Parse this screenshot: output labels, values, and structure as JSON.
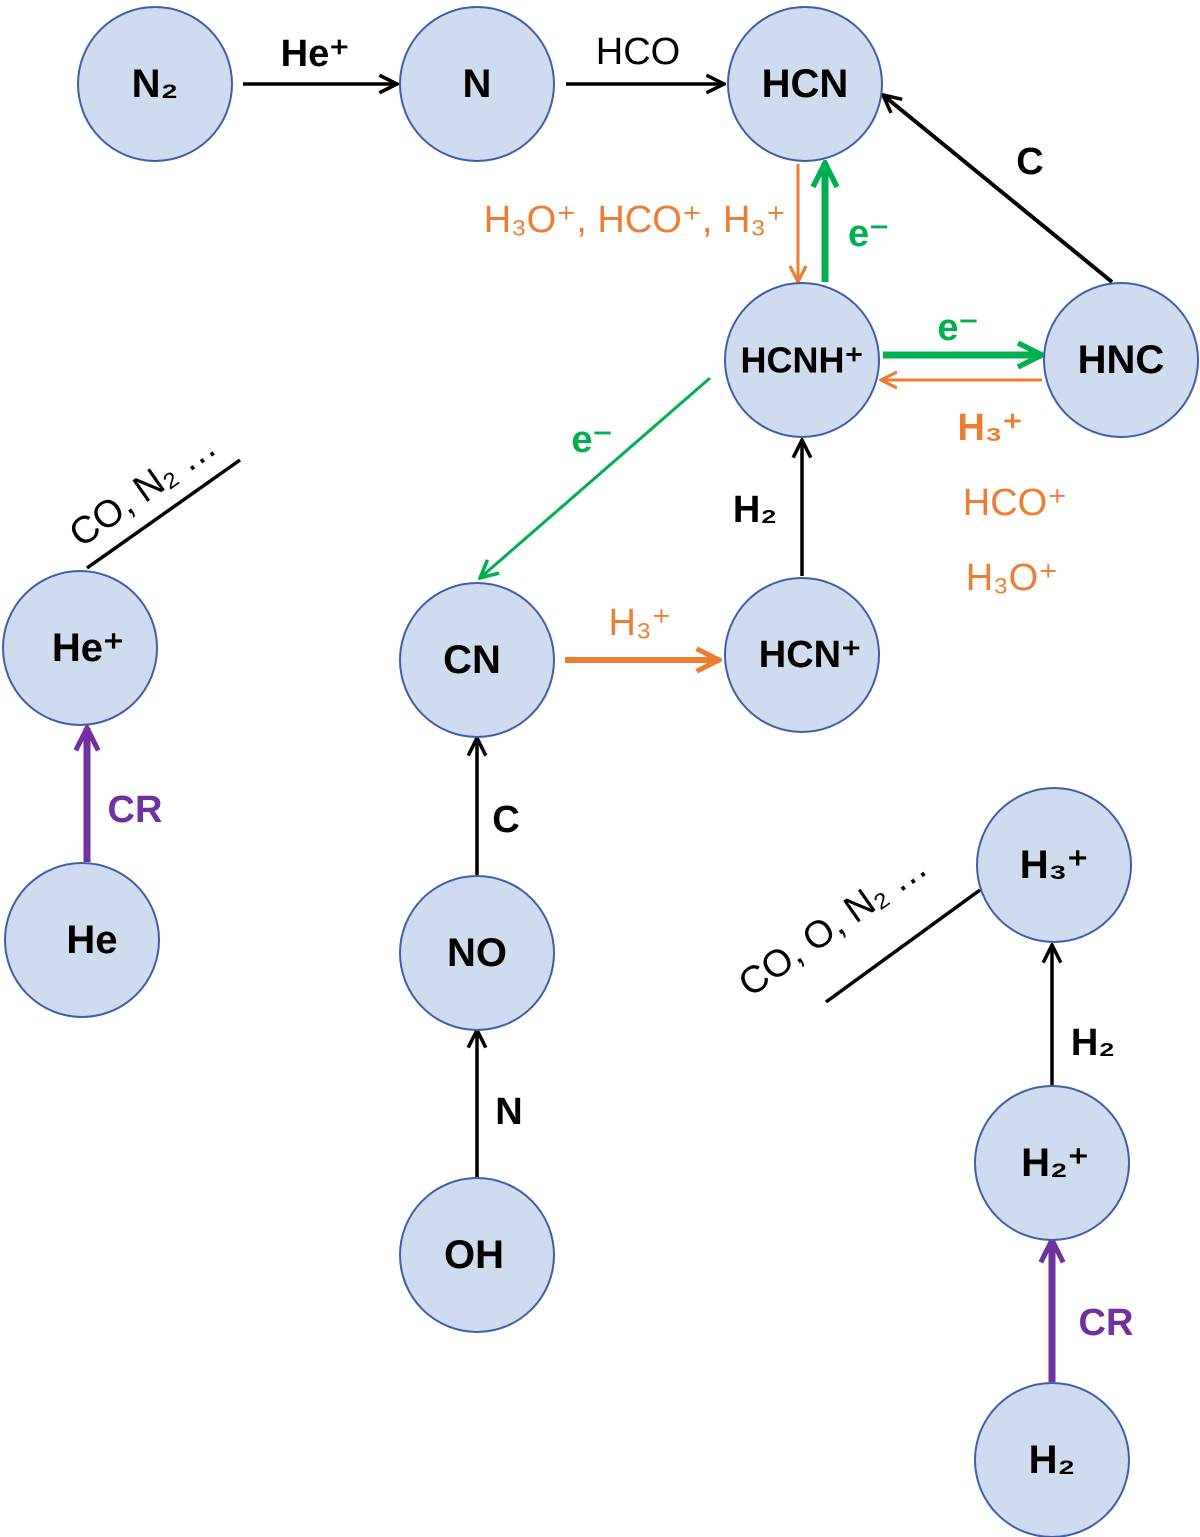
{
  "colors": {
    "node_fill": "#cfdbef",
    "node_stroke": "#3f5fa8",
    "black": "#000000",
    "orange": "#ed7d31",
    "green": "#00b050",
    "purple": "#7030a0"
  },
  "nodes": {
    "n2": "N₂",
    "n": "N",
    "hcn": "HCN",
    "hcnh_plus": "HCNH⁺",
    "hnc": "HNC",
    "he_plus": "He⁺",
    "he": "He",
    "cn": "CN",
    "hcn_plus": "HCN⁺",
    "no": "NO",
    "oh": "OH",
    "h3_plus": "H₃⁺",
    "h2_plus": "H₂⁺",
    "h2": "H₂"
  },
  "edges": {
    "n2_to_n": "He⁺",
    "n_to_hcn": "HCO",
    "hnc_to_hcn": "C",
    "hcn_to_hcnh": "H₃O⁺, HCO⁺, H₃⁺",
    "hcnh_to_hcn": "e⁻",
    "hcnh_to_hnc": "e⁻",
    "hnc_to_hcnh": [
      "H₃⁺",
      "HCO⁺",
      "H₃O⁺"
    ],
    "hcnh_to_cn": "e⁻",
    "hcnplus_to_hcnh": "H₂",
    "cn_to_hcnplus": "H₃⁺",
    "no_to_cn": "C",
    "oh_to_no": "N",
    "he_to_heplus": "CR",
    "heplus_destruction": "CO, N₂ …",
    "h2plus_to_h3plus": "H₂",
    "h2_to_h2plus": "CR",
    "h3plus_destruction": "CO, O, N₂ …"
  }
}
